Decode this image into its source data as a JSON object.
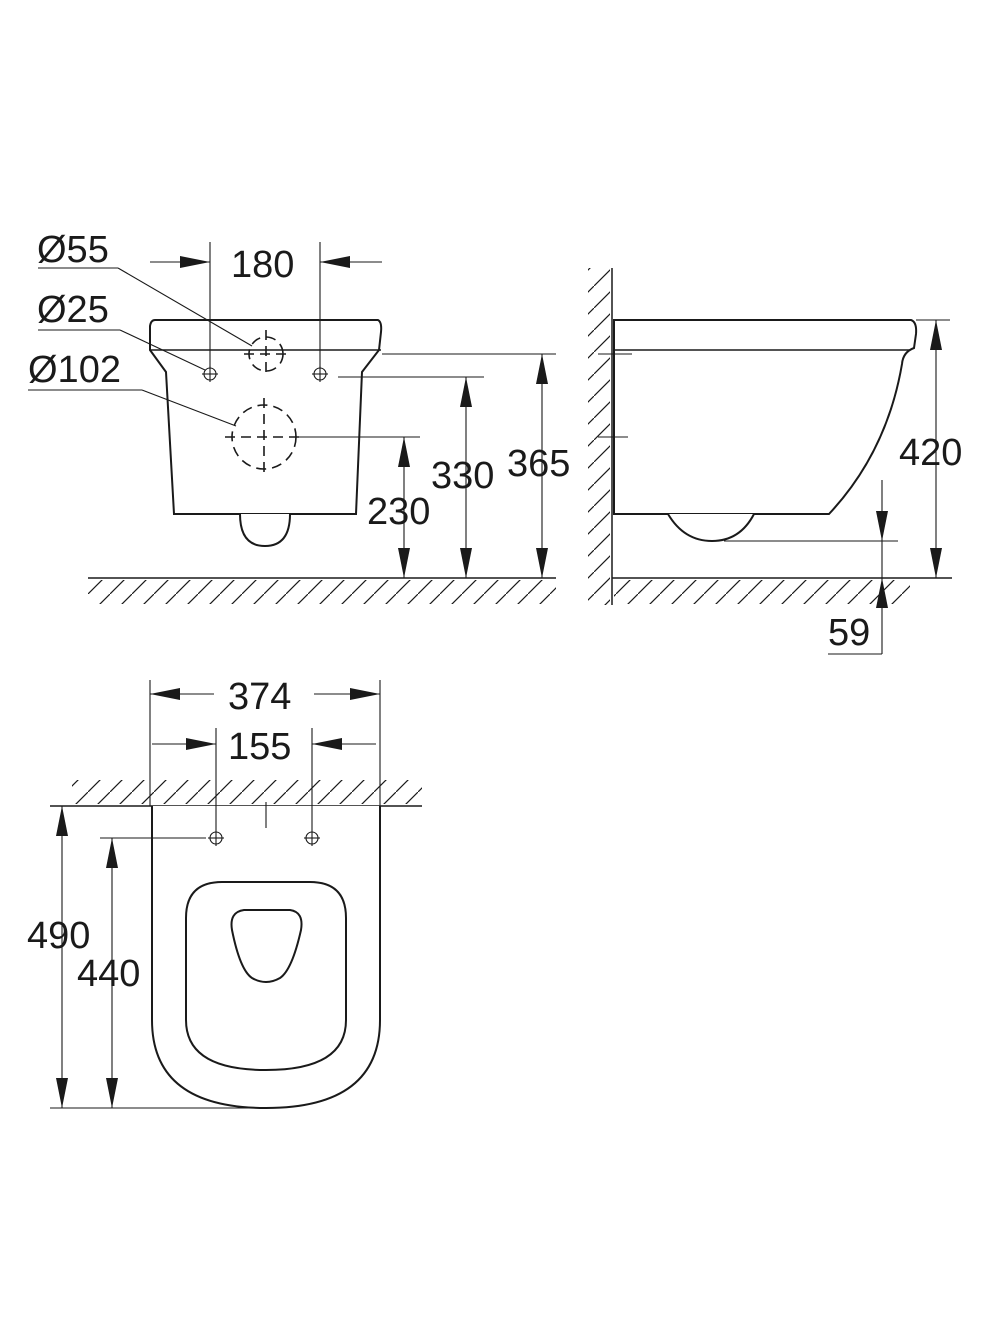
{
  "front_view": {
    "labels": {
      "d55": "Ø55",
      "d25": "Ø25",
      "d102": "Ø102",
      "w180": "180",
      "h230": "230",
      "h330": "330",
      "h365": "365"
    }
  },
  "side_view": {
    "labels": {
      "h420": "420",
      "h59": "59"
    }
  },
  "top_view": {
    "labels": {
      "w374": "374",
      "w155": "155",
      "l490": "490",
      "l440": "440"
    }
  },
  "colors": {
    "line": "#1a1a1a",
    "background": "#ffffff"
  }
}
